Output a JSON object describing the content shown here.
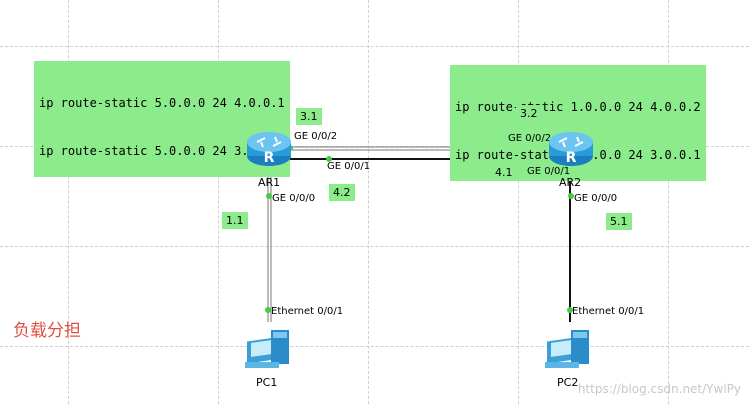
{
  "routers": {
    "ar1": {
      "name": "AR1",
      "route_lines": [
        "ip route-static 5.0.0.0 24 4.0.0.1",
        "ip route-static 5.0.0.0 24 3.0.0.2"
      ]
    },
    "ar2": {
      "name": "AR2",
      "route_lines": [
        "ip route-static 1.0.0.0 24 4.0.0.2",
        "ip route-static 1.0.0.0 24 3.0.0.1"
      ]
    }
  },
  "pcs": {
    "pc1": {
      "name": "PC1"
    },
    "pc2": {
      "name": "PC2"
    }
  },
  "ports": {
    "ar1_ge002": "GE 0/0/2",
    "ar1_ge001": "GE 0/0/1",
    "ar1_ge000": "GE 0/0/0",
    "ar2_ge002": "GE 0/0/2",
    "ar2_ge001": "GE 0/0/1",
    "ar2_ge000": "GE 0/0/0",
    "pc1_eth": "Ethernet 0/0/1",
    "pc2_eth": "Ethernet 0/0/1"
  },
  "ip_tags": {
    "t31": "3.1",
    "t42": "4.2",
    "t11": "1.1",
    "t32": "3.2",
    "t41": "4.1",
    "t51": "5.1"
  },
  "note": "负载分担",
  "watermark": "https://blog.csdn.net/YwlPy",
  "colors": {
    "tag_bg": "#8cec8c",
    "port_dot": "#44cc44",
    "router_blue": "#2a9bd8",
    "note_red": "#e05040"
  }
}
